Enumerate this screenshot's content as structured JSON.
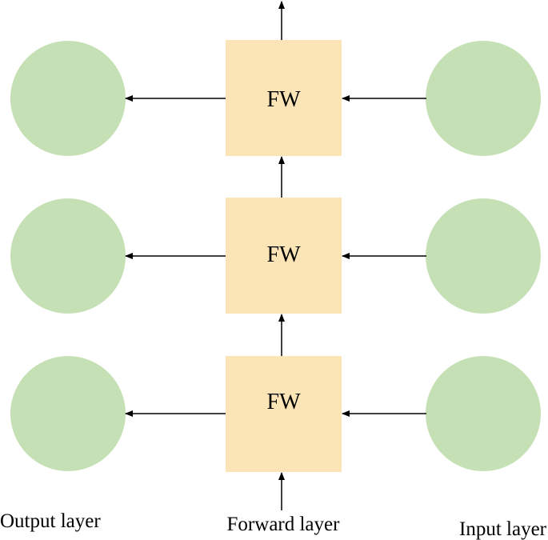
{
  "colors": {
    "circle_fill": "#c5e0b4",
    "box_fill": "#fbe5b6",
    "arrow": "#000000",
    "background": "#ffffff"
  },
  "layers": {
    "output_label": "Output layer",
    "forward_label": "Forward layer",
    "input_label": "Input layer"
  },
  "rows": [
    {
      "box_label": "FW"
    },
    {
      "box_label": "FW"
    },
    {
      "box_label": "FW"
    }
  ]
}
